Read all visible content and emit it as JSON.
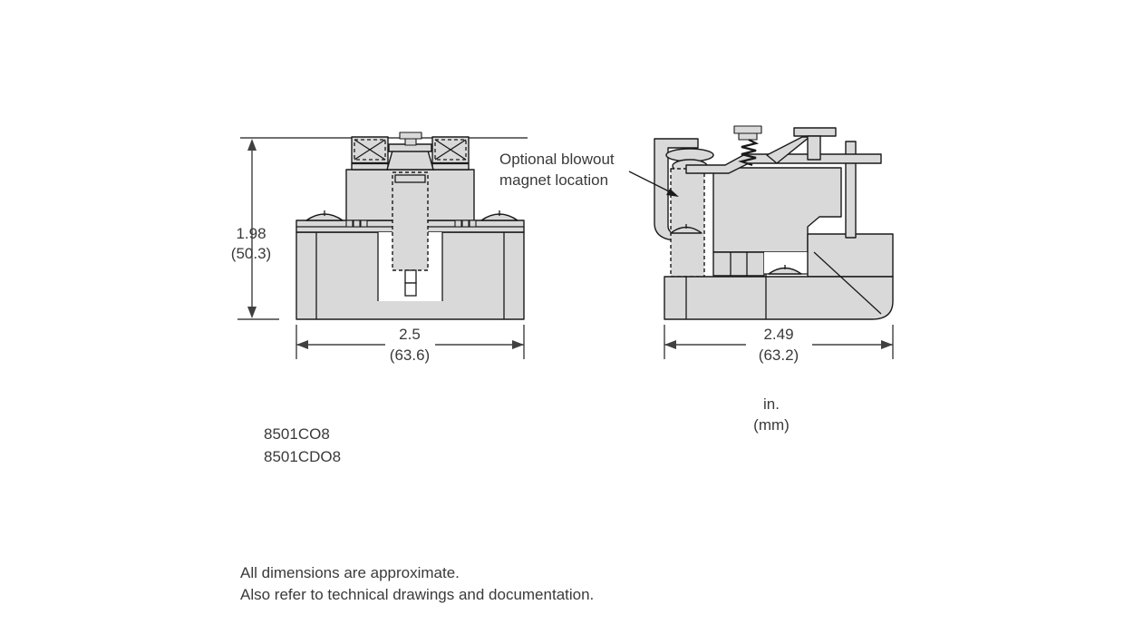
{
  "diagram": {
    "annotation": {
      "line1": "Optional blowout",
      "line2": "magnet location"
    },
    "left_view": {
      "height_dim_in": "1.98",
      "height_dim_mm": "(50.3)",
      "width_dim_in": "2.5",
      "width_dim_mm": "(63.6)",
      "model_line1": "8501CO8",
      "model_line2": "8501CDO8"
    },
    "right_view": {
      "width_dim_in": "2.49",
      "width_dim_mm": "(63.2)",
      "units_line1": "in.",
      "units_line2": "(mm)"
    },
    "footnotes": {
      "line1": "All dimensions are approximate.",
      "line2": "Also refer to technical drawings and documentation."
    },
    "colors": {
      "part_fill": "#d9d9d9",
      "outline": "#1a1a1a",
      "dimension_line": "#404040",
      "text": "#3a3a3a",
      "background": "#ffffff"
    }
  }
}
